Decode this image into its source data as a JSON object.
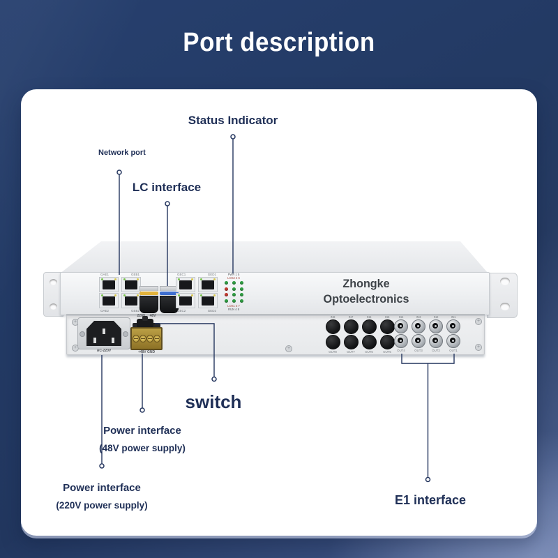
{
  "colors": {
    "background_navy": "#233A64",
    "background_slate": "#55689A",
    "accent_line": "#24355E",
    "card": "#FFFFFF",
    "led_green": "#2F9E42",
    "led_red": "#C23A30",
    "sfp_latch_yellow": "#E2B33C",
    "sfp_latch_blue": "#3F6FD0"
  },
  "title": "Port description",
  "annotations": {
    "status_indicator": "Status Indicator",
    "network_port": "Network port",
    "lc_interface": "LC interface",
    "switch": "switch",
    "power_48": {
      "line1": "Power interface",
      "line2": "(48V power supply)"
    },
    "power_220": {
      "line1": "Power interface",
      "line2": "(220V power supply)"
    },
    "e1_interface": "E1 interface"
  },
  "device": {
    "brand": {
      "line1": "Zhongke",
      "line2": "Optoelectronics"
    },
    "front": {
      "rj45_left": {
        "top": [
          "GAE1",
          "GEB1"
        ],
        "bottom": [
          "GAE2",
          "GEB2"
        ]
      },
      "rj45_right": {
        "top": [
          "GEC1",
          "GED1"
        ],
        "bottom": [
          "GEC2",
          "GED2"
        ]
      },
      "sfp": [
        {
          "name": "sfp-module-yellow",
          "latch_color": "#E2B33C"
        },
        {
          "name": "sfp-module-blue",
          "latch_color": "#3F6FD0"
        }
      ],
      "leds": {
        "top_labels": [
          "PWR 1 5",
          "LOS2 2 6"
        ],
        "bottom_labels": [
          "LOS1 3 7",
          "RUN 4 8"
        ],
        "grid": [
          [
            "#2F9E42",
            "#2F9E42",
            "#2F9E42"
          ],
          [
            "#C23A30",
            "#2F9E42",
            "#2F9E42"
          ],
          [
            "#C23A30",
            "#2F9E42",
            "#2F9E42"
          ],
          [
            "#2F9E42",
            "#2F9E42",
            "#2F9E42"
          ]
        ]
      }
    },
    "rear": {
      "power_switch_label": "220V 48V",
      "ac_label": "AC-220V",
      "dc_label": "+48V GND",
      "in_black": [
        "IN8",
        "IN7",
        "IN6",
        "IN5"
      ],
      "out_black": [
        "OUT8",
        "OUT7",
        "OUT6",
        "OUT5"
      ],
      "in_bnc": [
        "IN4",
        "IN3",
        "IN2",
        "IN1"
      ],
      "out_bnc": [
        "OUT4",
        "OUT3",
        "OUT2",
        "OUT1"
      ]
    }
  }
}
